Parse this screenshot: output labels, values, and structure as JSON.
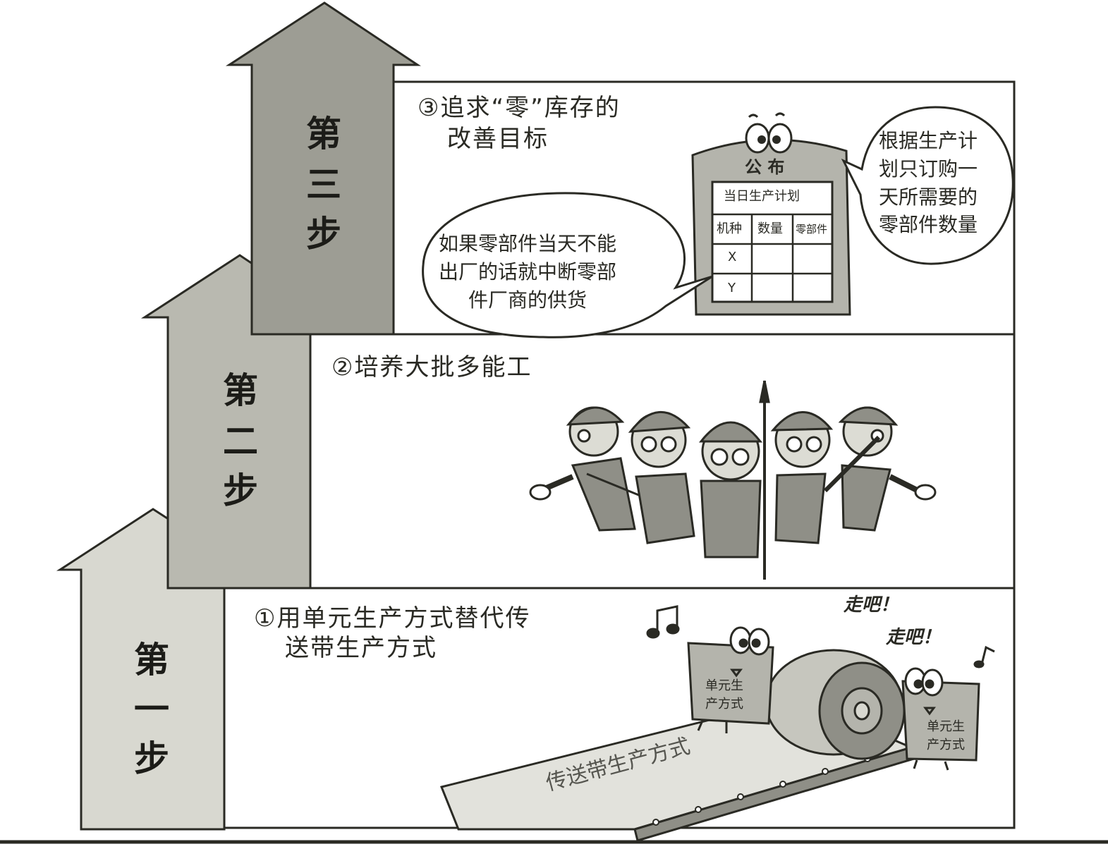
{
  "arrows": {
    "step1": [
      "第",
      "一",
      "步"
    ],
    "step2": [
      "第",
      "二",
      "步"
    ],
    "step3": [
      "第",
      "三",
      "步"
    ]
  },
  "panel1": {
    "title": "①用单元生产方式替代传送带生产方式",
    "title_line1": "①用单元生产方式替代传",
    "title_line2": "送带生产方式",
    "cell_label": "单元生产方式",
    "cell_label_line1": "单元生",
    "cell_label_line2": "产方式",
    "belt_label": "传送带生产方式",
    "shout1": "走吧！",
    "shout2": "走吧！"
  },
  "panel2": {
    "title": "②培养大批多能工"
  },
  "panel3": {
    "title_line1": "③追求“零”库存的",
    "title_line2": "改善目标",
    "board_title": "公 布",
    "table_caption": "当日生产计划",
    "columns": [
      "机种",
      "数量",
      "零部件"
    ],
    "rows": [
      [
        "X",
        "",
        ""
      ],
      [
        "Y",
        "",
        ""
      ]
    ],
    "bubble_left": "如果零部件当天不能\n出厂的话就中断零部\n件厂商的供货",
    "bubble_right": "根据生产计\n划只订购一\n天所需要的\n零部件数量"
  },
  "colors": {
    "arrow_light": "#d8d8d0",
    "arrow_mid": "#b9b9b0",
    "arrow_dark": "#9d9d94",
    "outline": "#2a2a24",
    "skin": "#dcdcd4",
    "uniform": "#8f8f87"
  }
}
